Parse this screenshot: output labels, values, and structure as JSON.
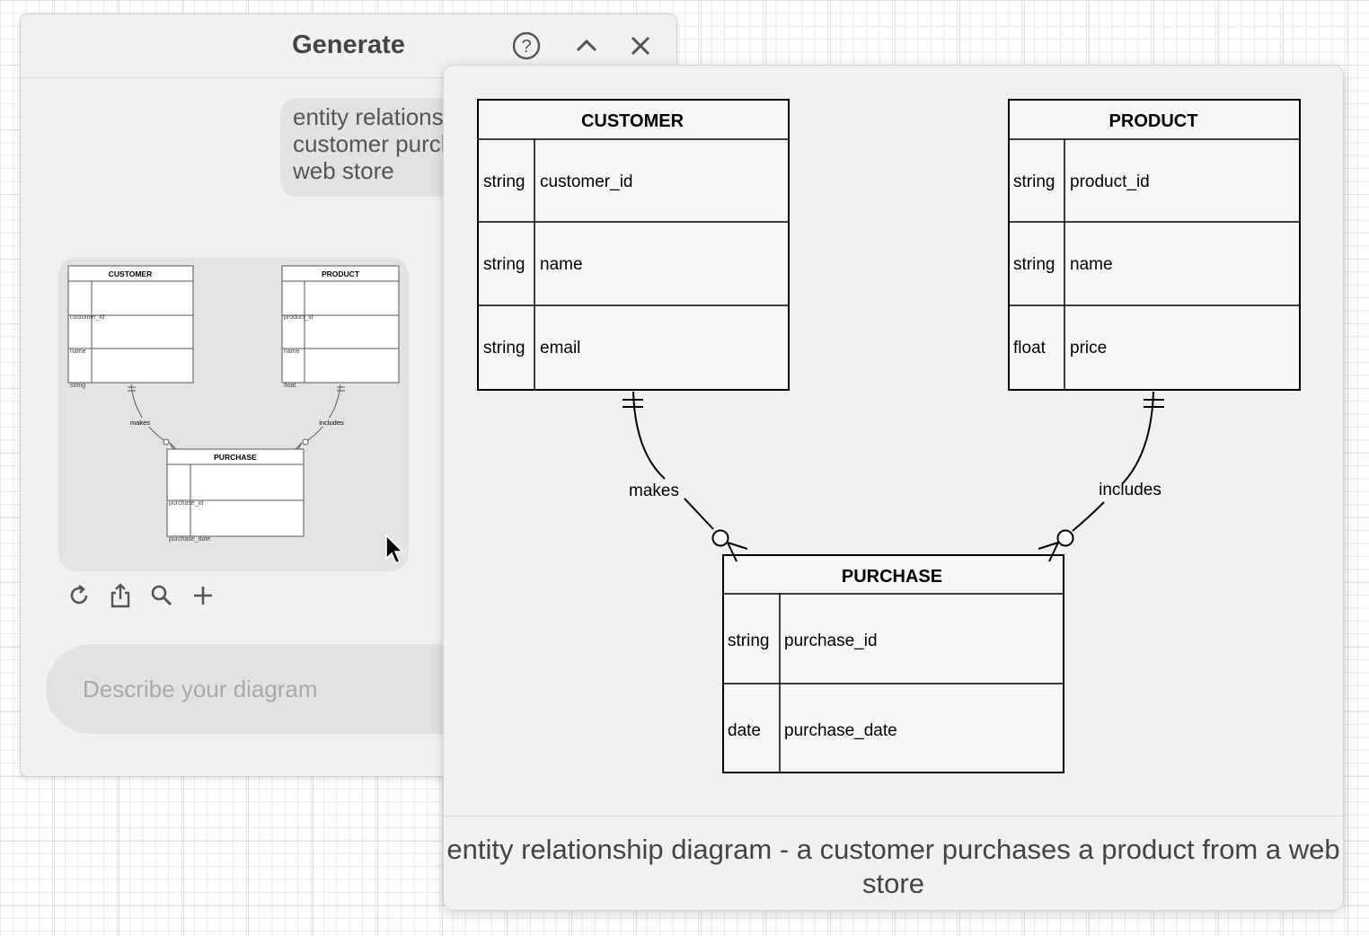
{
  "dialog": {
    "title": "Generate",
    "help_label": "?",
    "prompt_text": "entity relationship diagram - a customer purchases a product from a web store",
    "input_placeholder": "Describe your diagram"
  },
  "diagram": {
    "entities": {
      "customer": {
        "name": "CUSTOMER",
        "attributes": [
          {
            "type": "string",
            "name": "customer_id"
          },
          {
            "type": "string",
            "name": "name"
          },
          {
            "type": "string",
            "name": "email"
          }
        ]
      },
      "product": {
        "name": "PRODUCT",
        "attributes": [
          {
            "type": "string",
            "name": "product_id"
          },
          {
            "type": "string",
            "name": "name"
          },
          {
            "type": "float",
            "name": "price"
          }
        ]
      },
      "purchase": {
        "name": "PURCHASE",
        "attributes": [
          {
            "type": "string",
            "name": "purchase_id"
          },
          {
            "type": "date",
            "name": "purchase_date"
          }
        ]
      }
    },
    "relations": {
      "makes": "makes",
      "includes": "includes"
    },
    "caption": "entity relationship diagram - a customer purchases a product from a web store"
  },
  "thumbnail": {
    "overlap_labels": {
      "customer_row1": "customer_id",
      "customer_row2": "name",
      "customer_row3": "string",
      "product_row1": "product_id",
      "product_row2": "name",
      "product_row3": "float",
      "purchase_row1": "purchase_id",
      "purchase_row2": "purchase_date"
    }
  },
  "icons": {
    "header": [
      "help-icon",
      "collapse-icon",
      "close-icon"
    ],
    "toolbar": [
      "refresh-icon",
      "share-icon",
      "search-icon",
      "add-icon"
    ]
  }
}
